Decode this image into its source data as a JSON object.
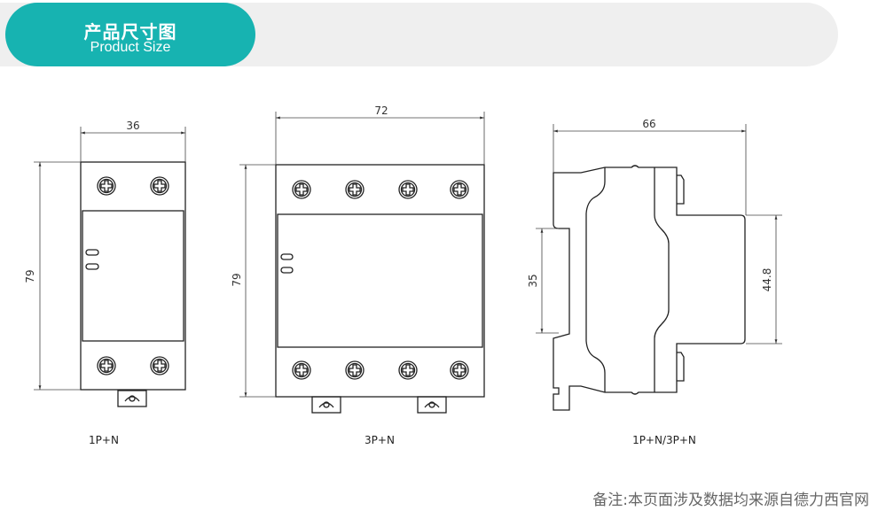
{
  "header": {
    "title_cn": "产品尺寸图",
    "title_en": "Product Size"
  },
  "drawings": {
    "single": {
      "width": "36",
      "height": "79",
      "label": "1P+N"
    },
    "three": {
      "width": "72",
      "height": "79",
      "label": "3P+N"
    },
    "side": {
      "depth": "66",
      "rail": "35",
      "front": "44.8",
      "label": "1P+N/3P+N"
    }
  },
  "footer": {
    "note": "备注:本页面涉及数据均来源自德力西官网"
  },
  "colors": {
    "accent": "#17b3b1",
    "header_bg": "#efefef"
  }
}
